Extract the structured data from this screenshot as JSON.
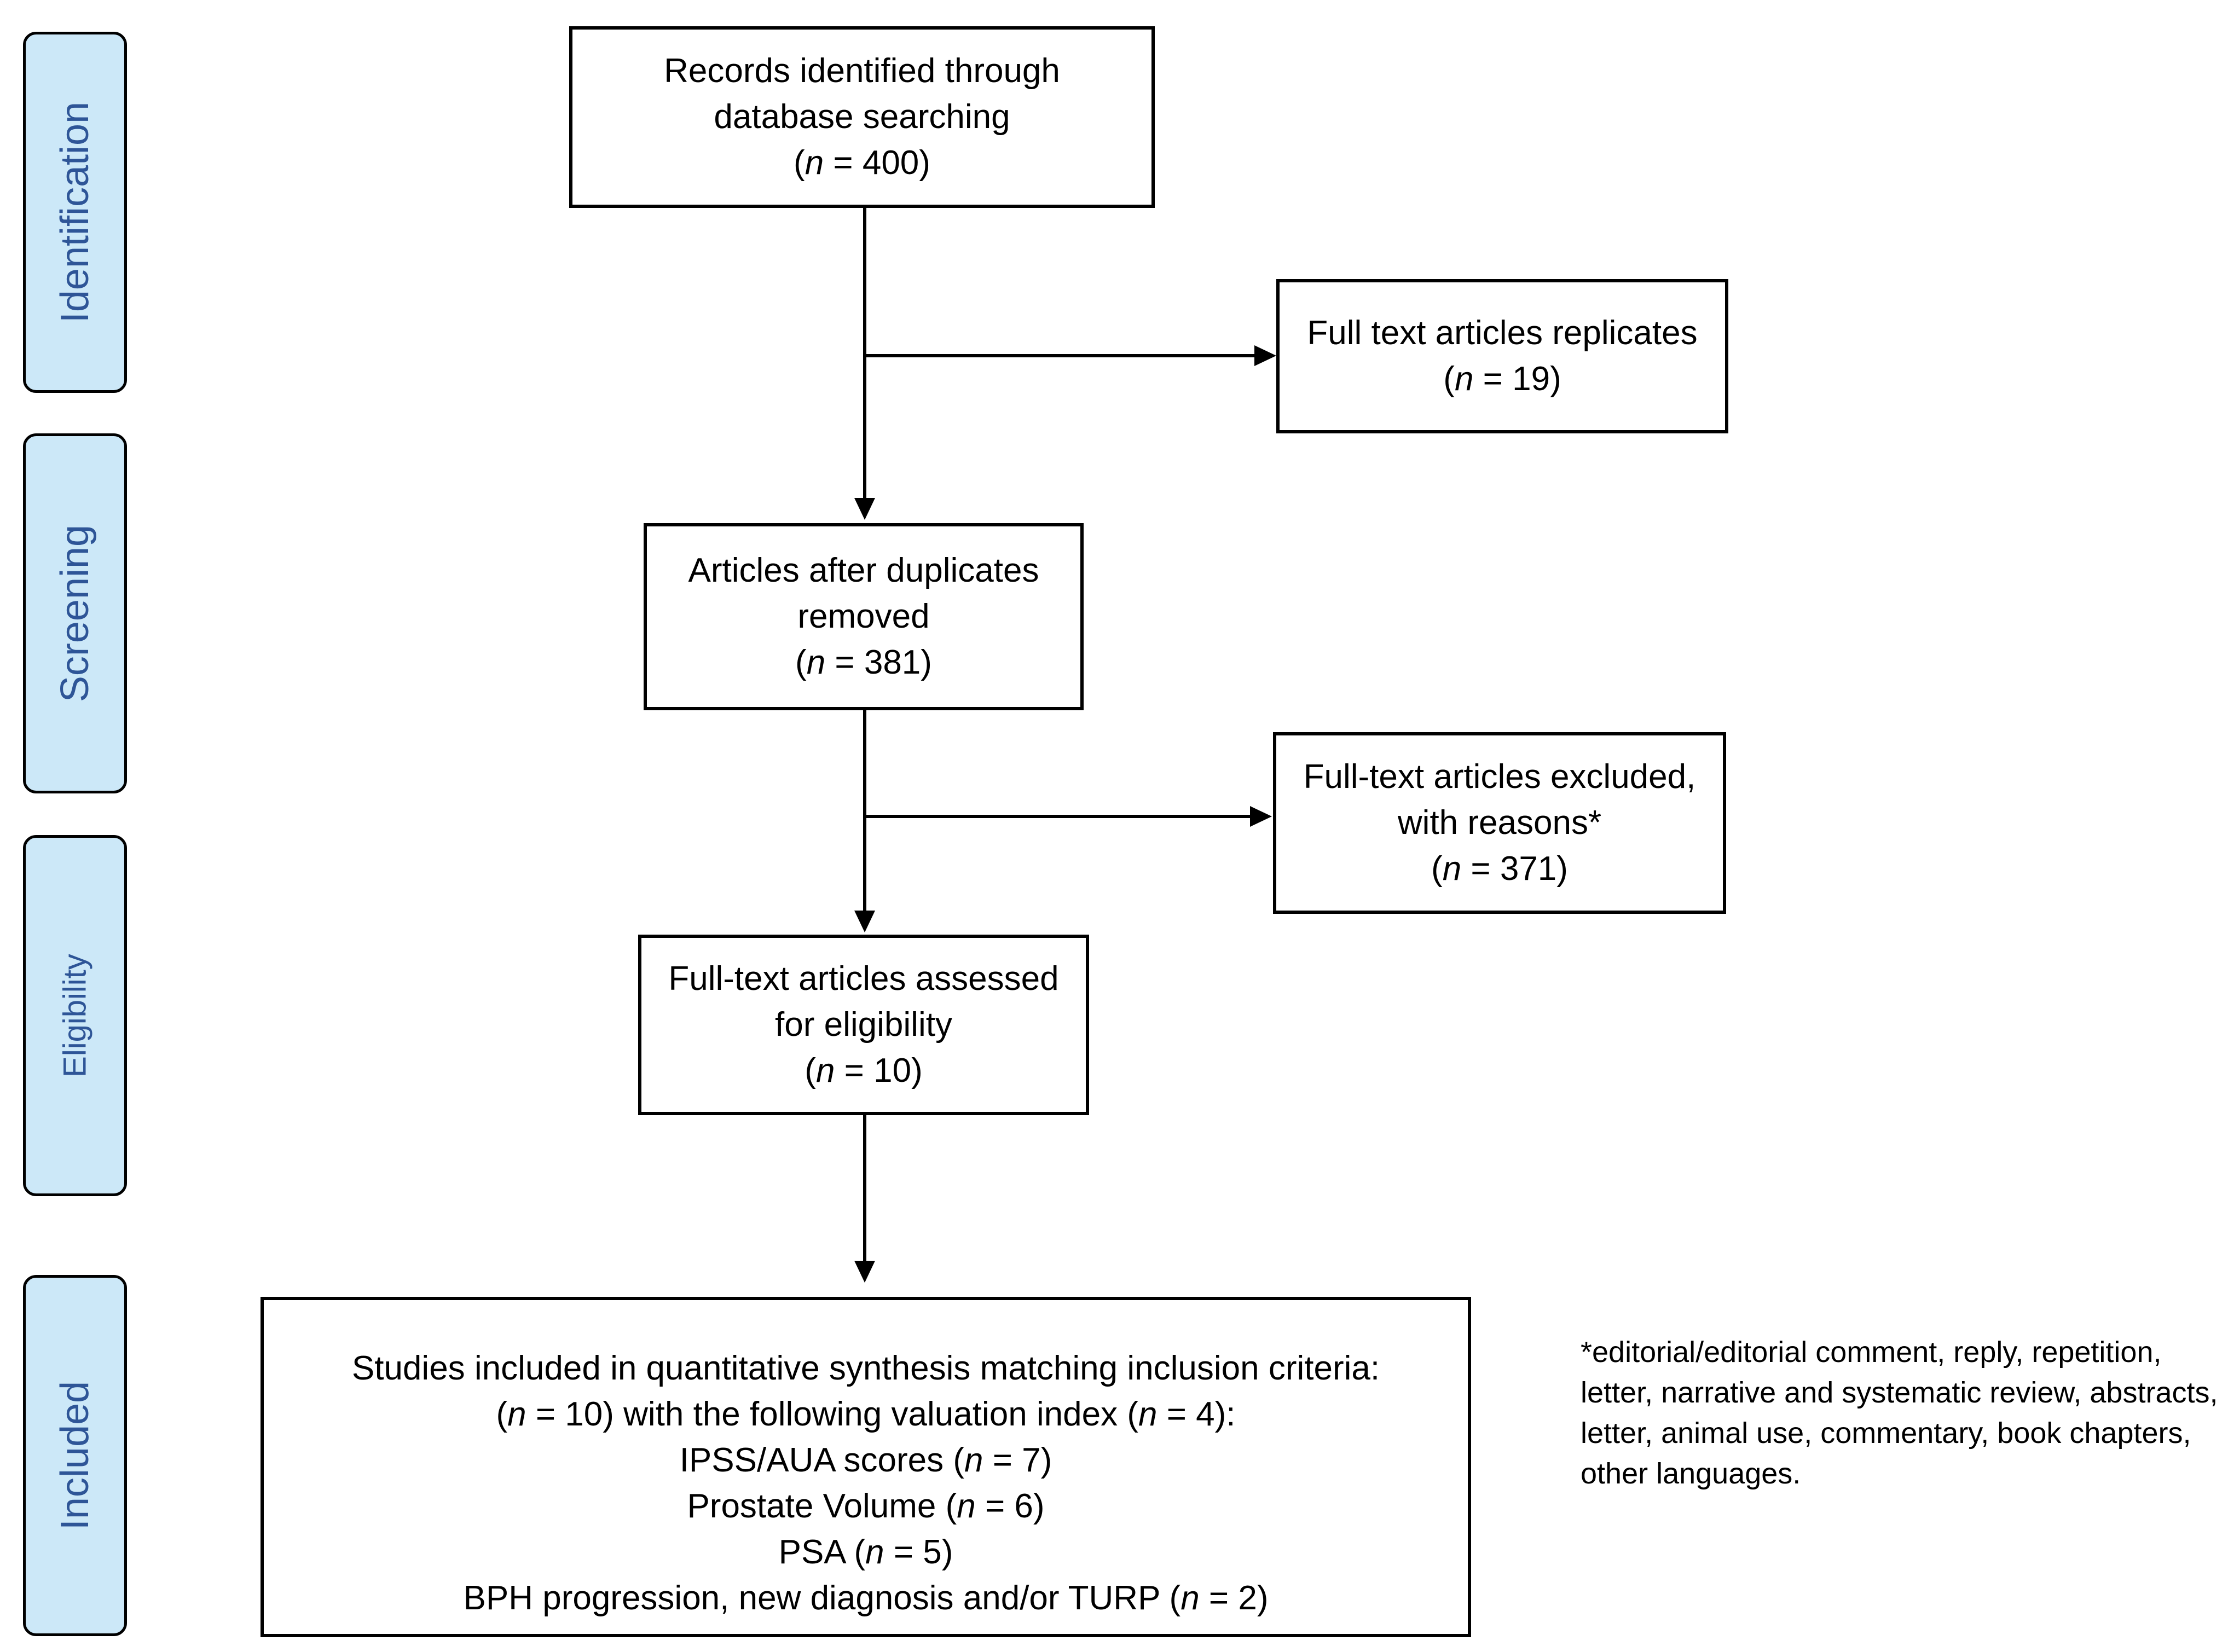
{
  "phases": {
    "identification": "Identification",
    "screening": "Screening",
    "eligibility": "Eligibility",
    "included": "Included"
  },
  "n_symbol": "n",
  "boxes": {
    "records": {
      "lines": [
        "Records identified through",
        "database searching"
      ],
      "n": "400"
    },
    "replicates": {
      "lines": [
        "Full text articles replicates"
      ],
      "n": "19"
    },
    "after_duplicates": {
      "lines": [
        "Articles after duplicates",
        "removed"
      ],
      "n": "381"
    },
    "excluded": {
      "lines": [
        "Full-text articles excluded,",
        "with reasons*"
      ],
      "n": "371"
    },
    "assessed": {
      "lines": [
        "Full-text articles assessed",
        "for eligibility"
      ],
      "n": "10"
    },
    "included": {
      "title": "Studies included in quantitative synthesis matching inclusion criteria:",
      "summary": {
        "pre": "(",
        "n1": "10",
        "mid": ") with the following valuation index (",
        "n2": "4",
        "post": "):"
      },
      "items": [
        {
          "label": "IPSS/AUA scores",
          "n": "7"
        },
        {
          "label": "Prostate Volume",
          "n": "6"
        },
        {
          "label": "PSA",
          "n": "5"
        },
        {
          "label": "BPH progression, new diagnosis and/or TURP",
          "n": "2"
        }
      ]
    }
  },
  "footnote": "*editorial/editorial comment, reply, repetition, letter, narrative and systematic review, abstracts, letter, animal use, commentary, book chapters, other languages."
}
